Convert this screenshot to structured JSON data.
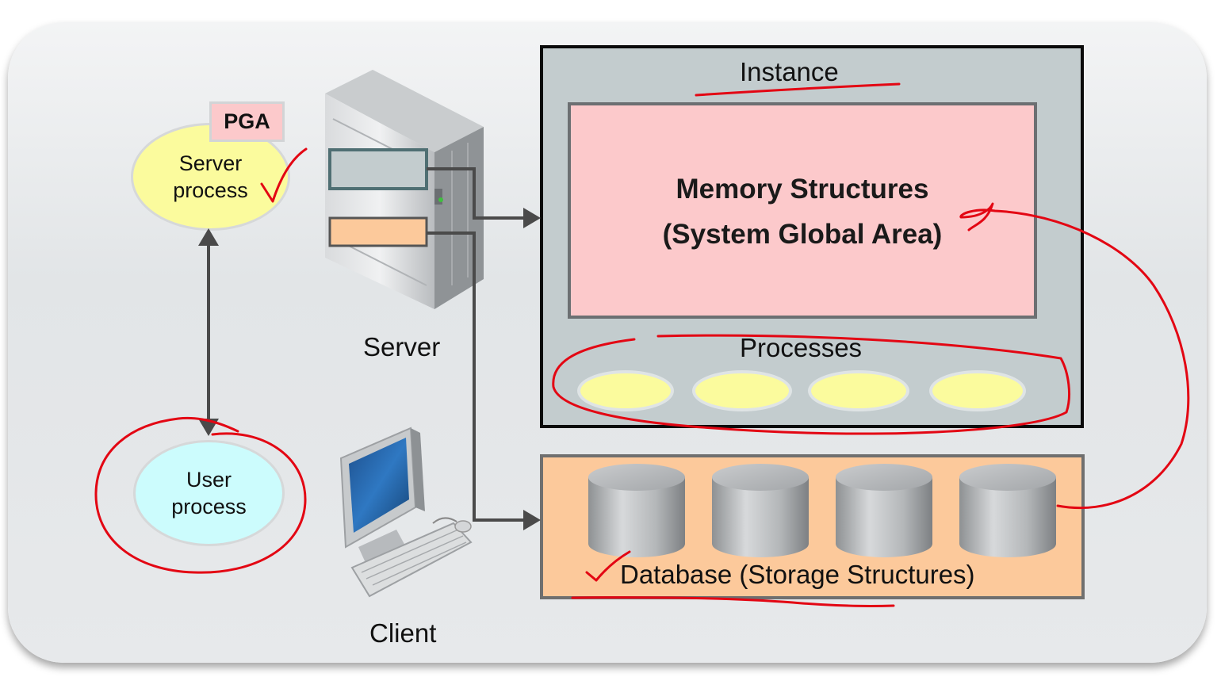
{
  "labels": {
    "pga": "PGA",
    "server_process": [
      "Server",
      "process"
    ],
    "user_process": [
      "User",
      "process"
    ],
    "server": "Server",
    "client": "Client",
    "instance": "Instance",
    "memory_structures": [
      "Memory Structures",
      "(System Global Area)"
    ],
    "processes": "Processes",
    "database": "Database (Storage Structures)"
  },
  "colors": {
    "annotation_red": "#e30613",
    "server_process_fill": "#fbfb9d",
    "user_process_fill": "#ccfcfd",
    "pga_fill": "#fcc9cb",
    "instance_fill": "#c3ccce",
    "sga_fill": "#fcc9cb",
    "database_fill": "#fcc99b",
    "connector": "#4a4a4a"
  },
  "icons": {
    "server": "server-tower-icon",
    "client": "desktop-computer-icon",
    "cylinder": "database-cylinder-icon"
  }
}
